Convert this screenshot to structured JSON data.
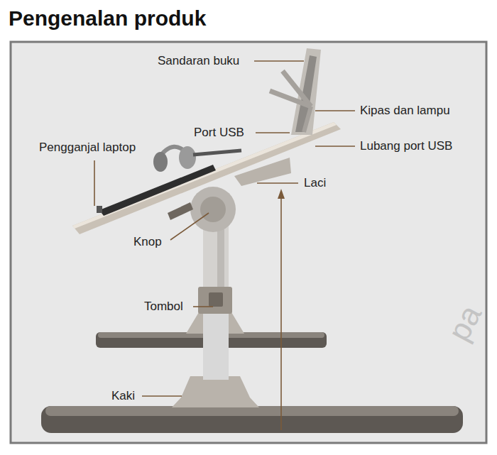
{
  "diagram": {
    "title": "Pengenalan produk",
    "labels": [
      "Sandaran buku",
      "Kipas dan lampu",
      "Port USB",
      "Lubang port USB",
      "Pengganjal laptop",
      "Laci",
      "Knop",
      "Tombol",
      "Kaki",
      "pa"
    ]
  }
}
